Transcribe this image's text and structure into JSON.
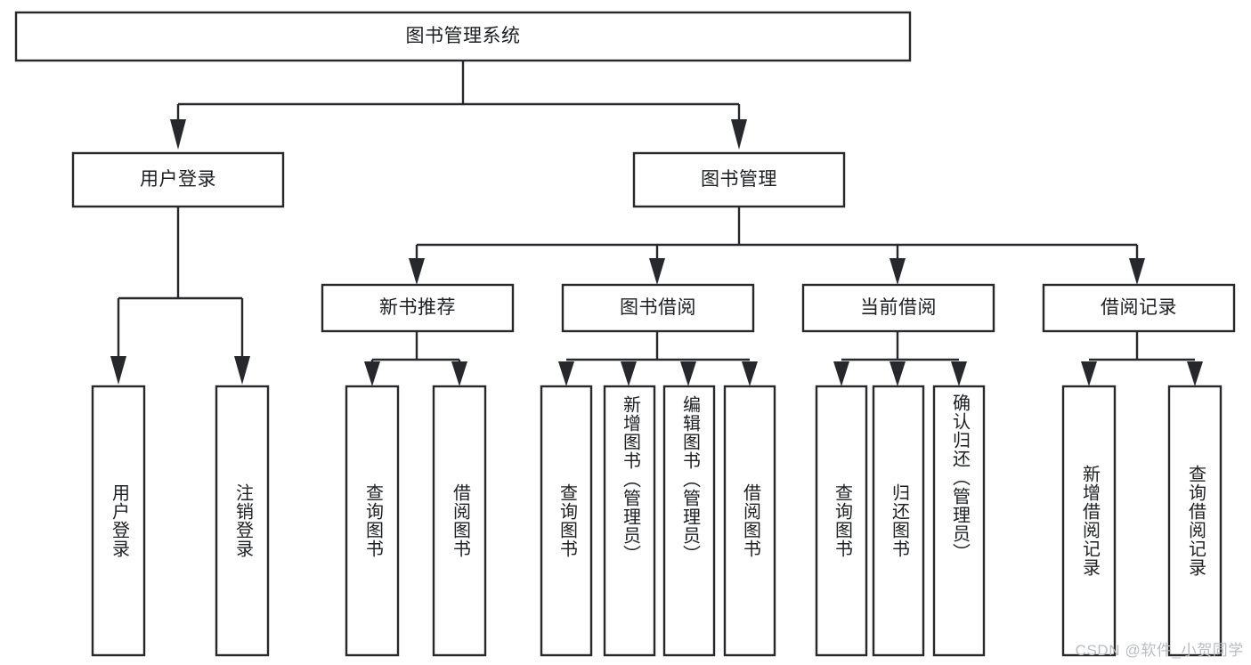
{
  "diagram": {
    "title": "图书管理系统",
    "type": "tree",
    "watermark": "CSDN @软件_小贺同学",
    "colors": {
      "stroke": "#26282b",
      "fill": "#ffffff",
      "text": "#1d1f21",
      "watermark": "#b9bcc0",
      "background": "#ffffff"
    },
    "root": {
      "label": "图书管理系统"
    },
    "level2": [
      {
        "label": "用户登录"
      },
      {
        "label": "图书管理"
      }
    ],
    "level3": [
      {
        "label": "新书推荐"
      },
      {
        "label": "图书借阅"
      },
      {
        "label": "当前借阅"
      },
      {
        "label": "借阅记录"
      }
    ],
    "leaves": {
      "user_login": [
        {
          "label": "用户登录"
        },
        {
          "label": "注销登录"
        }
      ],
      "new_book_recommend": [
        {
          "label": "查询图书"
        },
        {
          "label": "借阅图书"
        }
      ],
      "book_borrow": [
        {
          "label": "查询图书"
        },
        {
          "label": "新增图书（管理员）"
        },
        {
          "label": "编辑图书（管理员）"
        },
        {
          "label": "借阅图书"
        }
      ],
      "current_borrow": [
        {
          "label": "查询图书"
        },
        {
          "label": "归还图书"
        },
        {
          "label": "确认归还（管理员）"
        }
      ],
      "borrow_record": [
        {
          "label": "新增借阅记录"
        },
        {
          "label": "查询借阅记录"
        }
      ]
    }
  }
}
